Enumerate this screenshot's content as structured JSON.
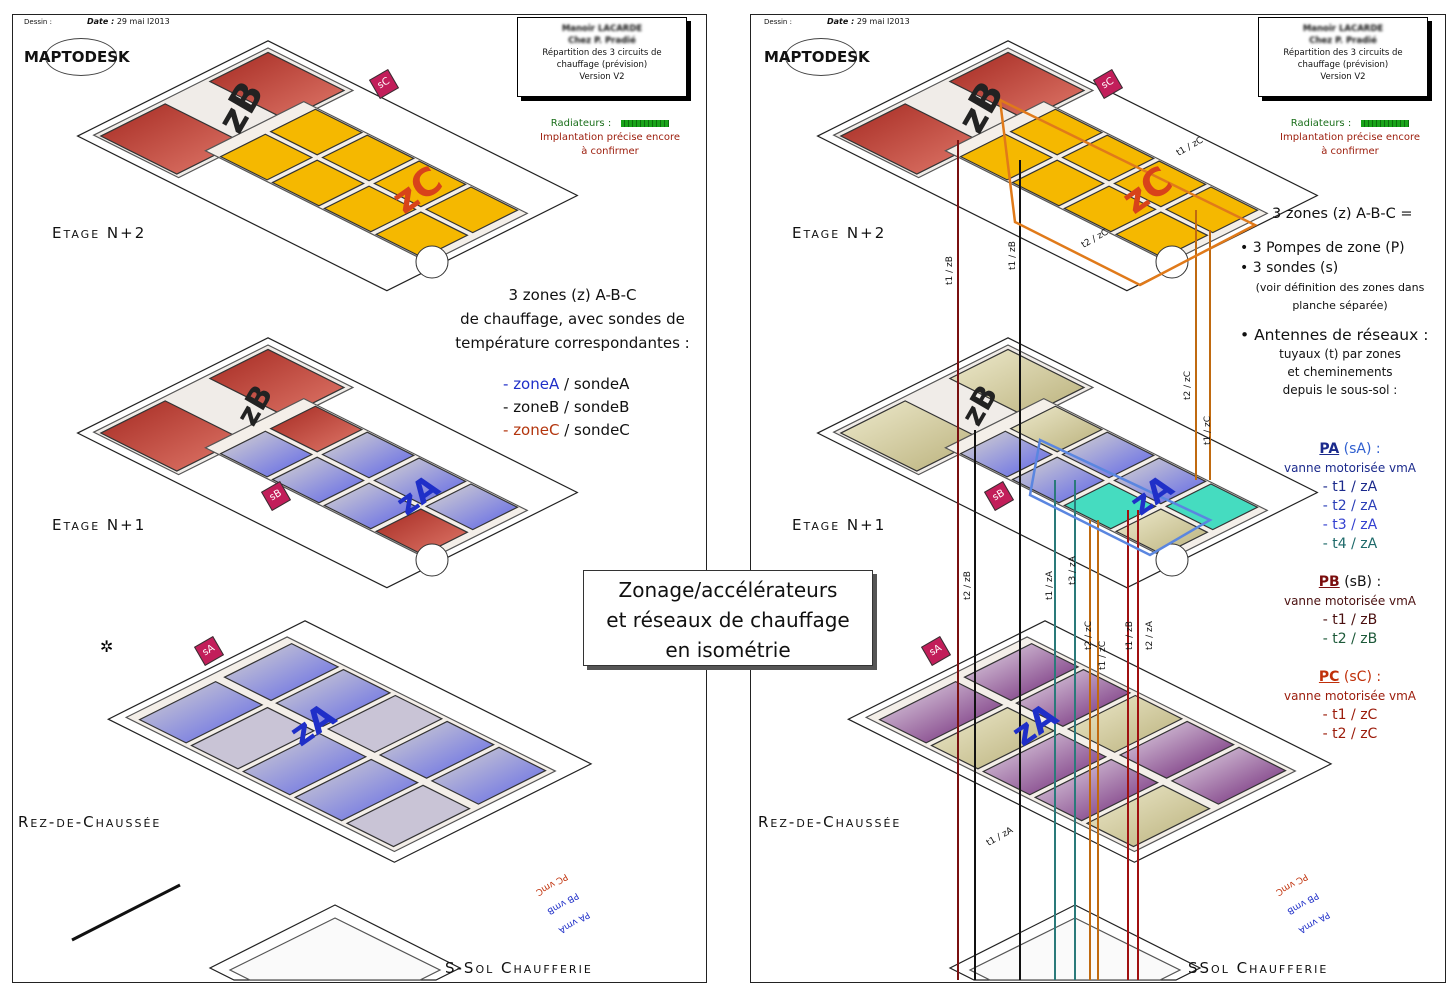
{
  "header": {
    "dessin_label": "Dessin :",
    "date_label": "Date :",
    "date_value": "29 mai I2013"
  },
  "logo": {
    "text": "MAPTODESK"
  },
  "title_box": {
    "line1": "Manoir LACARDE",
    "line2": "Chez P. Pradié",
    "line3": "Répartition des 3 circuits de",
    "line4": "chauffage (prévision)",
    "line5": "Version V2"
  },
  "radiators": {
    "label": "Radiateurs :",
    "note1": "Implantation précise encore",
    "note2": "à confirmer",
    "color": "#19a319"
  },
  "levels": {
    "n2": "Etage N+2",
    "n1": "Etage N+1",
    "rdc": "Rez-de-Chaussée",
    "ssol_left": "S-Sol Chaufferie",
    "ssol_right": "SSol Chaufferie"
  },
  "left_notes": {
    "line1": "3 zones (z) A-B-C",
    "line2": "de chauffage, avec sondes de",
    "line3": "température correspondantes :",
    "legend": [
      {
        "dash": "- ",
        "zone": "zoneA",
        "sep": " / ",
        "probe": "sondeA",
        "color": "#1f2fc8"
      },
      {
        "dash": "- ",
        "zone": "zoneB",
        "sep": " / ",
        "probe": "sondeB",
        "color": "#111111"
      },
      {
        "dash": "- ",
        "zone": "zoneC",
        "sep": " / ",
        "probe": "sondeC",
        "color": "#b3350d"
      }
    ]
  },
  "center_box": {
    "line1": "Zonage/accélérateurs",
    "line2": "et réseaux de chauffage",
    "line3": "en isométrie"
  },
  "right_notes": {
    "title": "3 zones (z) A-B-C =",
    "bullet1": "• 3 Pompes de zone (P)",
    "bullet2": "• 3 sondes (s)",
    "sub1": "(voir définition des zones dans",
    "sub2": "planche séparée)",
    "bullet3": "• Antennes de réseaux :",
    "sub3": "tuyaux (t) par zones",
    "sub4": "et cheminements",
    "sub5": "depuis le sous-sol :",
    "pumps": [
      {
        "name": "PA",
        "probe": "(sA) :",
        "valve": "vanne motorisée  vmA",
        "color": "#1b2a8c",
        "pipes": [
          "- t1 / zA",
          "- t2 / zA",
          "- t3 / zA",
          "- t4 / zA"
        ]
      },
      {
        "name": "PB",
        "probe": "(sB) :",
        "valve": "vanne motorisée  vmA",
        "color": "#7a0d0d",
        "pipes": [
          "- t1 / zB",
          "- t2 / zB"
        ]
      },
      {
        "name": "PC",
        "probe": "(sC) :",
        "valve": "vanne motorisée  vmA",
        "color": "#c0300a",
        "pipes": [
          "- t1 / zC",
          "- t2 / zC"
        ]
      }
    ]
  },
  "zones": {
    "zA": "zA",
    "zB": "zB",
    "zC": "zC"
  },
  "probes": {
    "sA": "sA",
    "sB": "sB",
    "sC": "sC"
  },
  "pipe_labels": [
    "t1 / zB",
    "t1 / zB",
    "t2 / zB",
    "t1 / zA",
    "t3 / zA",
    "t2 / zC",
    "t1 / zC",
    "t1 / zB",
    "t2 / zA",
    "t2 / zC",
    "t1 / zC",
    "t1 / zC",
    "t2 / zC",
    "t1 / zA"
  ],
  "valves": [
    "PC vmC",
    "PB vmB",
    "PA vmA"
  ],
  "colors": {
    "zoneA": "#6f74e6",
    "zoneB": "#c4463b",
    "zoneC": "#f4b400",
    "probe": "#c21e5a"
  }
}
